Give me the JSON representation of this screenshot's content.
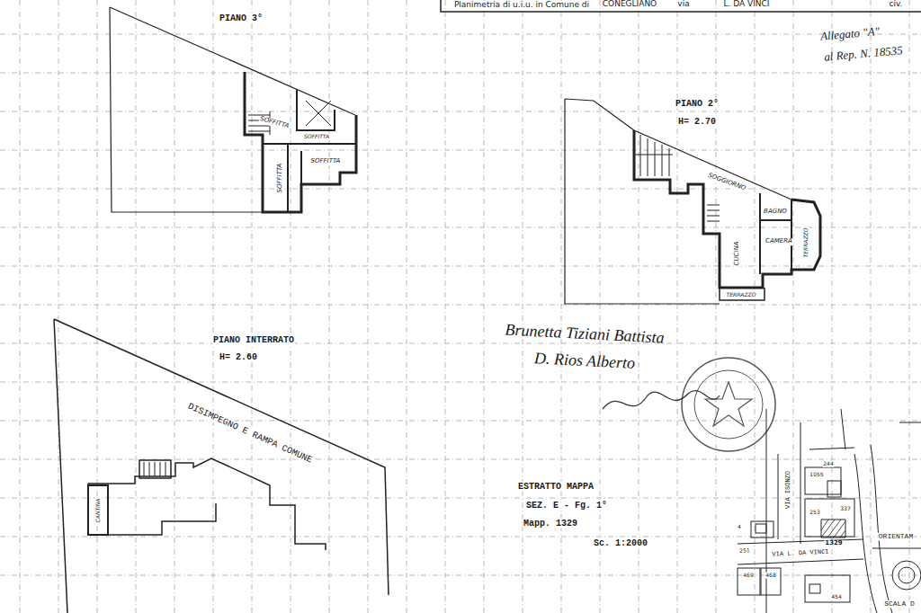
{
  "diagram": {
    "labels": [
      "Planimetria di u.i.u. in Comune di",
      "CONEGLIANO",
      "via",
      "L. DA VINCI",
      "civ.",
      "Allegato \"A\"",
      "al Rep. N. 18535",
      "PIANO 3°",
      "SOFFITTA",
      "SOFFITTA",
      "SOFFITTA",
      "SOFFITTA",
      "PIANO 2°",
      "H= 2.70",
      "SOGGIORNO",
      "BAGNO",
      "CAMERA",
      "CUCINA",
      "TERRAZZO",
      "TERRAZZO",
      "PIANO INTERRATO",
      "H= 2.60",
      "DISIMPEGNO E RAMPA COMUNE",
      "CANTINA",
      "Brunetta Tiziani Battista",
      "D. Rios Alberto",
      "ESTRATTO MAPPA",
      "SEZ. E - Fg. 1°",
      "Mapp. 1329",
      "Sc. 1:2000",
      "VIA ISONZO",
      "1055",
      "253",
      "337",
      "1329",
      "ORIENTAM",
      "251",
      "VIA L. DA VINCI",
      "469",
      "468",
      "454",
      "4",
      "SCALA D",
      "244"
    ]
  }
}
